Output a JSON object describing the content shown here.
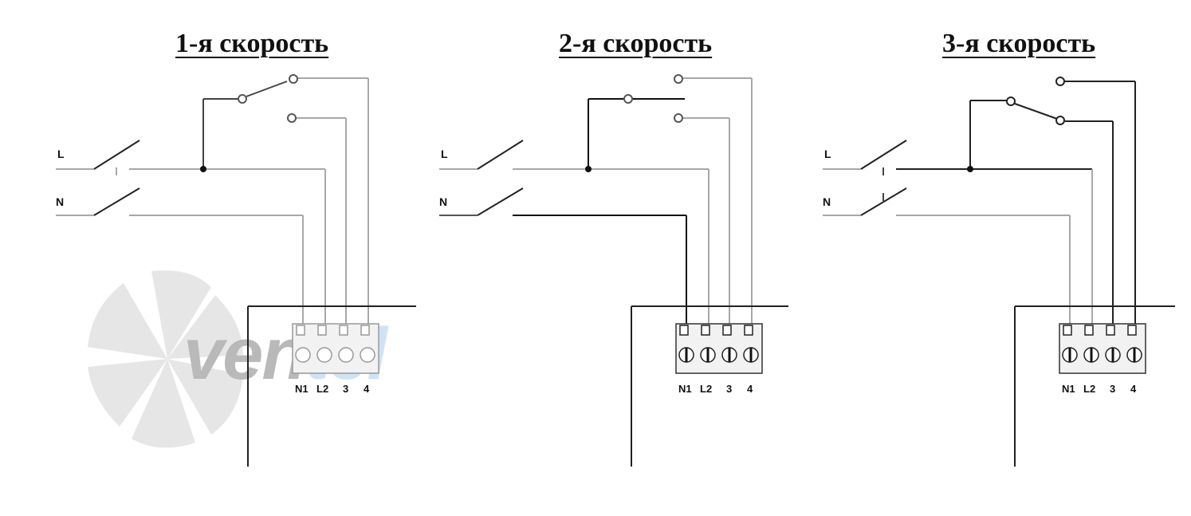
{
  "panels": [
    {
      "title": "1-я скорость",
      "speed": 1
    },
    {
      "title": "2-я скорость",
      "speed": 2
    },
    {
      "title": "3-я скорость",
      "speed": 3
    }
  ],
  "labels": {
    "line": "L",
    "neutral": "N"
  },
  "terminals": [
    "N1",
    "L2",
    "3",
    "4"
  ],
  "watermark": {
    "part1": "ven",
    "part2": "tel"
  },
  "colors": {
    "active_wire": "#111111",
    "inactive_wire": "#a8a8a8",
    "terminal_fill": "#f2f2f2"
  }
}
